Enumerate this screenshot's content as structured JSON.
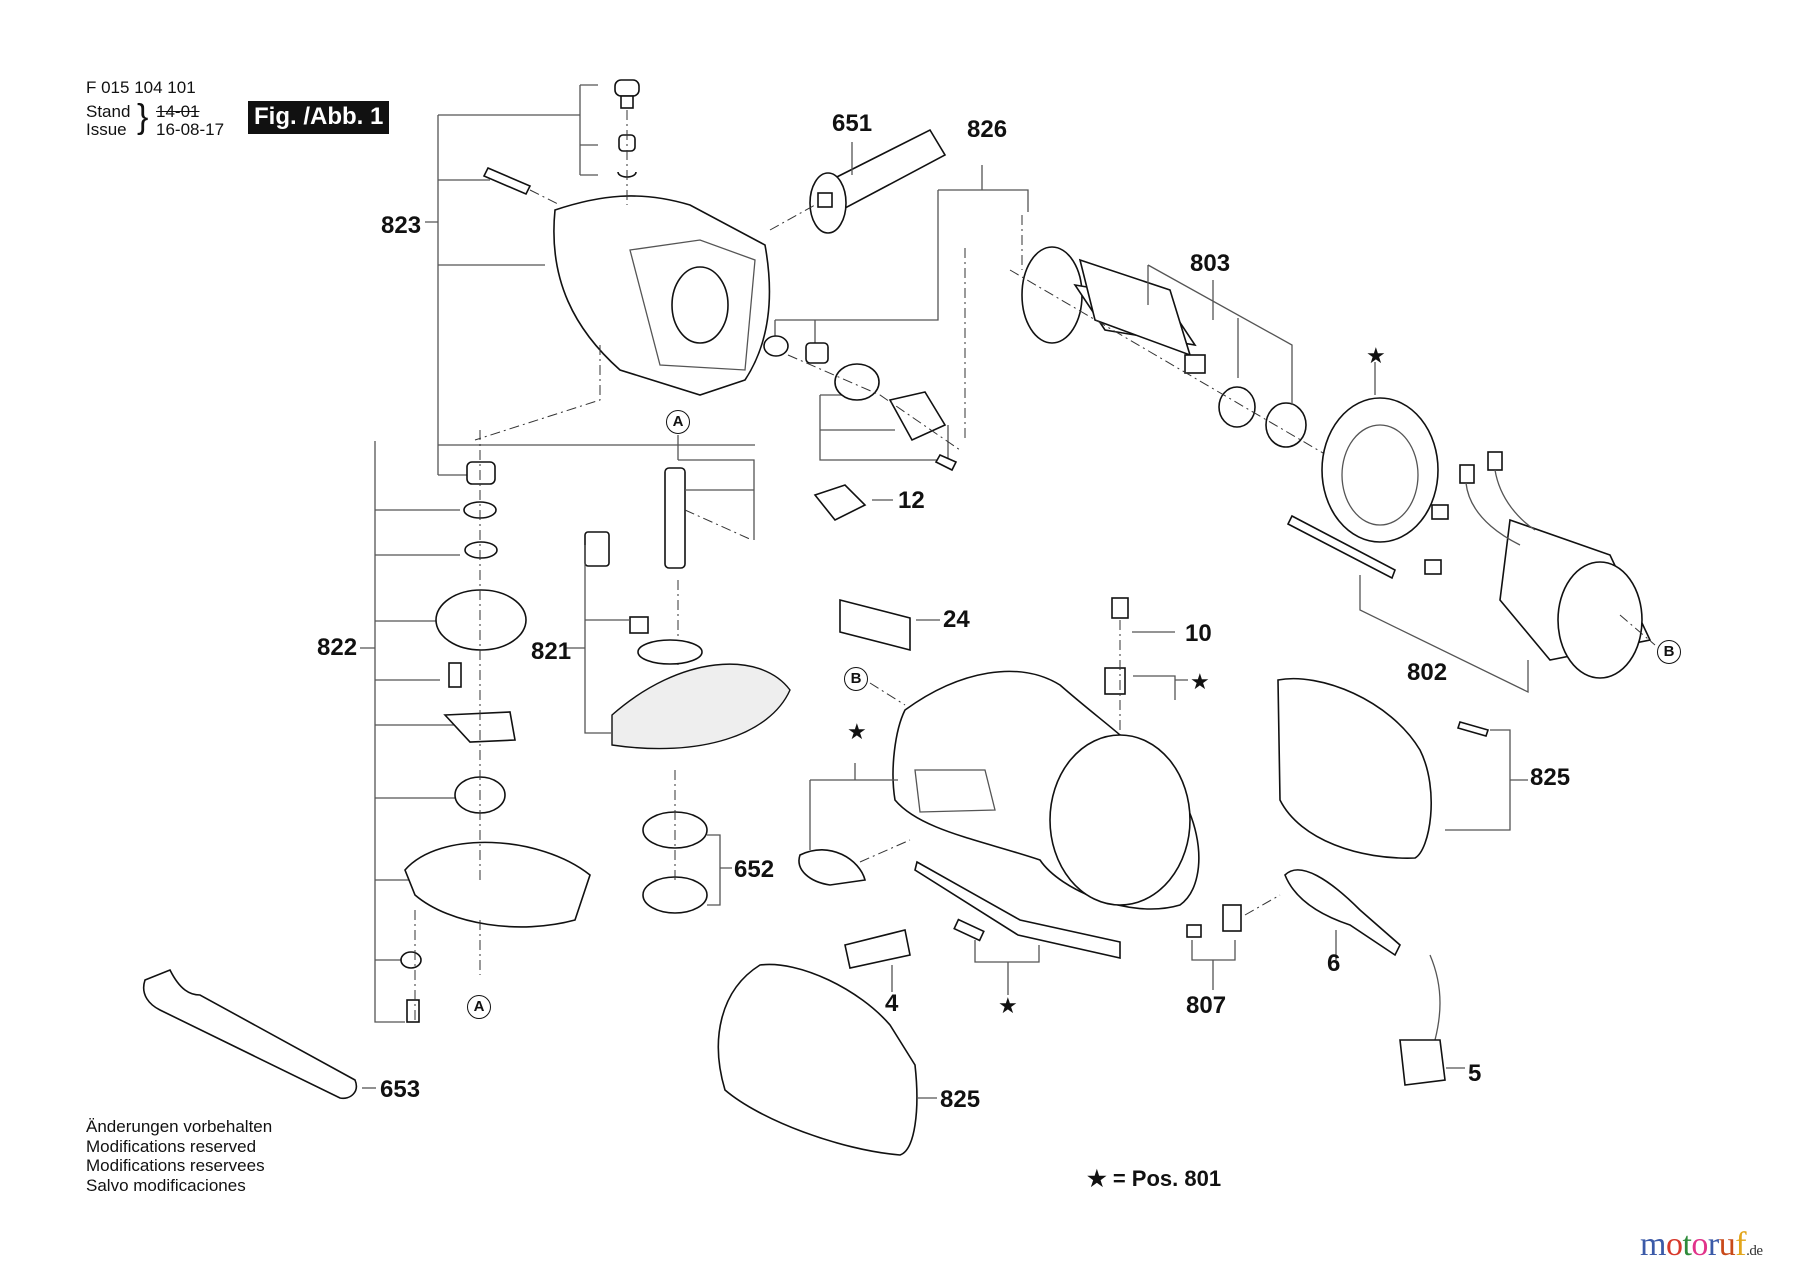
{
  "header": {
    "doc_number": "F 015 104 101",
    "stand_label": "Stand",
    "issue_label": "Issue",
    "stand_value_struck": "14-01",
    "issue_value": "16-08-17",
    "figure_label": "Fig. /Abb. 1"
  },
  "callouts": {
    "p651": "651",
    "p826": "826",
    "p823": "823",
    "p803": "803",
    "p822": "822",
    "p821": "821",
    "p12": "12",
    "p24": "24",
    "p10": "10",
    "p802": "802",
    "p825_right": "825",
    "p652": "652",
    "p4": "4",
    "p807": "807",
    "p6": "6",
    "p5": "5",
    "p653": "653",
    "p825_bottom": "825"
  },
  "markers": {
    "star": "★",
    "ref_a": "A",
    "ref_b": "B"
  },
  "notes": [
    "Änderungen vorbehalten",
    "Modifications reserved",
    "Modifications reservees",
    "Salvo modificaciones"
  ],
  "legend": "★ = Pos. 801",
  "watermark": {
    "letters": [
      "m",
      "o",
      "t",
      "o",
      "r",
      "u",
      "f"
    ],
    "colors": [
      "#3b5aa8",
      "#d8392b",
      "#2e8b3a",
      "#e1338a",
      "#3b5aa8",
      "#c94a1a",
      "#e2a51b"
    ],
    "suffix": ".de"
  }
}
